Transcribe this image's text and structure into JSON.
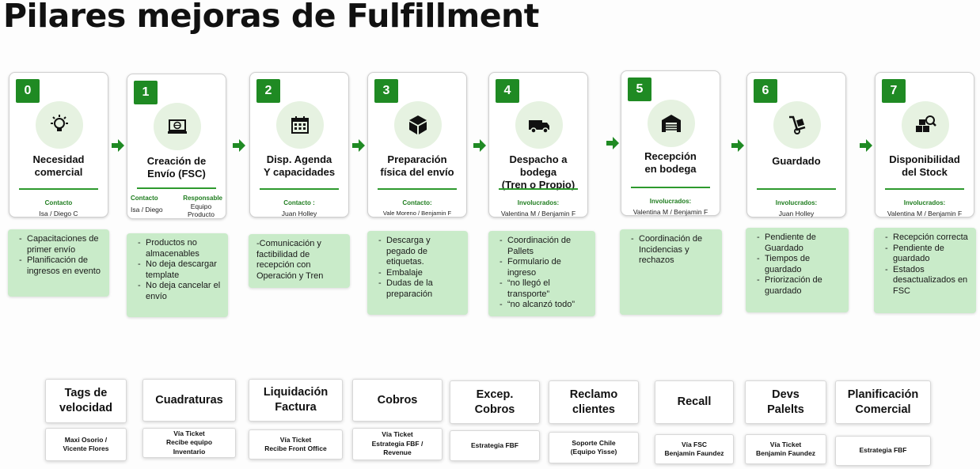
{
  "title": "Pilares mejoras de Fulfillment",
  "accent_color": "#1f8a23",
  "steps": [
    {
      "number": "0",
      "icon": "lightbulb-icon",
      "title": "Necesidad\ncomercial",
      "contact_label": "Contacto",
      "contact_name": "Isa / Diego C",
      "notes": [
        "Capacitaciones de primer envío",
        "Planificación de ingresos en evento"
      ]
    },
    {
      "number": "1",
      "icon": "laptop-globe-icon",
      "title": "Creación de\nEnvío (FSC)",
      "contact_label": "Contacto",
      "contact_name": "Isa / Diego",
      "responsible_label": "Responsable",
      "responsible_name": "Equipo\nProducto",
      "notes": [
        "Productos no almacenables",
        "No deja descargar template",
        "No deja cancelar el envío"
      ]
    },
    {
      "number": "2",
      "icon": "calendar-icon",
      "title": "Disp. Agenda\nY capacidades",
      "contact_label": "Contacto :",
      "contact_name": "Juan Holley",
      "note_text": "-Comunicación y\n factibilidad de\n recepción con\n Operación y Tren"
    },
    {
      "number": "3",
      "icon": "box-icon",
      "title": "Preparación\nfísica del envío",
      "contact_label": "Contacto:",
      "contact_name": "Vale Moreno / Benjamin F",
      "notes": [
        "Descarga y pegado de etiquetas.",
        "Embalaje",
        "Dudas de la preparación"
      ]
    },
    {
      "number": "4",
      "icon": "truck-icon",
      "title": "Despacho a bodega\n(Tren o Propio)",
      "contact_label": "Involucrados:",
      "contact_name": "Valentina M / Benjamin F",
      "notes": [
        "Coordinación de Pallets",
        "Formulario de ingreso",
        "“no llegó el transporte”",
        "“no alcanzó todo”"
      ]
    },
    {
      "number": "5",
      "icon": "warehouse-icon",
      "title": "Recepción\nen bodega",
      "contact_label": "Involucrados:",
      "contact_name": "Valentina M / Benjamin F",
      "notes": [
        "Coordinación de Incidencias y rechazos"
      ]
    },
    {
      "number": "6",
      "icon": "hand-truck-icon",
      "title": "Guardado",
      "contact_label": "Involucrados:",
      "contact_name": "Juan Holley",
      "notes": [
        "Pendiente de Guardado",
        "Tiempos de guardado",
        "Priorización de guardado"
      ]
    },
    {
      "number": "7",
      "icon": "inventory-search-icon",
      "title": "Disponibilidad\ndel Stock",
      "contact_label": "Involucrados:",
      "contact_name": "Valentina M / Benjamin F",
      "notes": [
        "Recepción correcta",
        " Pendiente de guardado",
        "Estados desactualizados en FSC"
      ]
    }
  ],
  "tags": [
    {
      "label": "Tags de\nvelocidad",
      "sub": "Maxi Osorio /\nVicente Flores"
    },
    {
      "label": "Cuadraturas",
      "sub": "Vía Ticket\nRecibe equipo\nInventario"
    },
    {
      "label": "Liquidación\nFactura",
      "sub": "Vía Ticket\nRecibe Front Office"
    },
    {
      "label": "Cobros",
      "sub": "Vía Ticket\nEstrategia FBF /\nRevenue"
    },
    {
      "label": "Excep.\nCobros",
      "sub": "Estrategia FBF"
    },
    {
      "label": "Reclamo\nclientes",
      "sub": "Soporte Chile\n(Equipo Yisse)"
    },
    {
      "label": "Recall",
      "sub": "Vía FSC\nBenjamin Faundez"
    },
    {
      "label": "Devs\nPalelts",
      "sub": "Vía Ticket\nBenjamin Faundez"
    },
    {
      "label": "Planificación\nComercial",
      "sub": "Estrategia FBF"
    }
  ]
}
